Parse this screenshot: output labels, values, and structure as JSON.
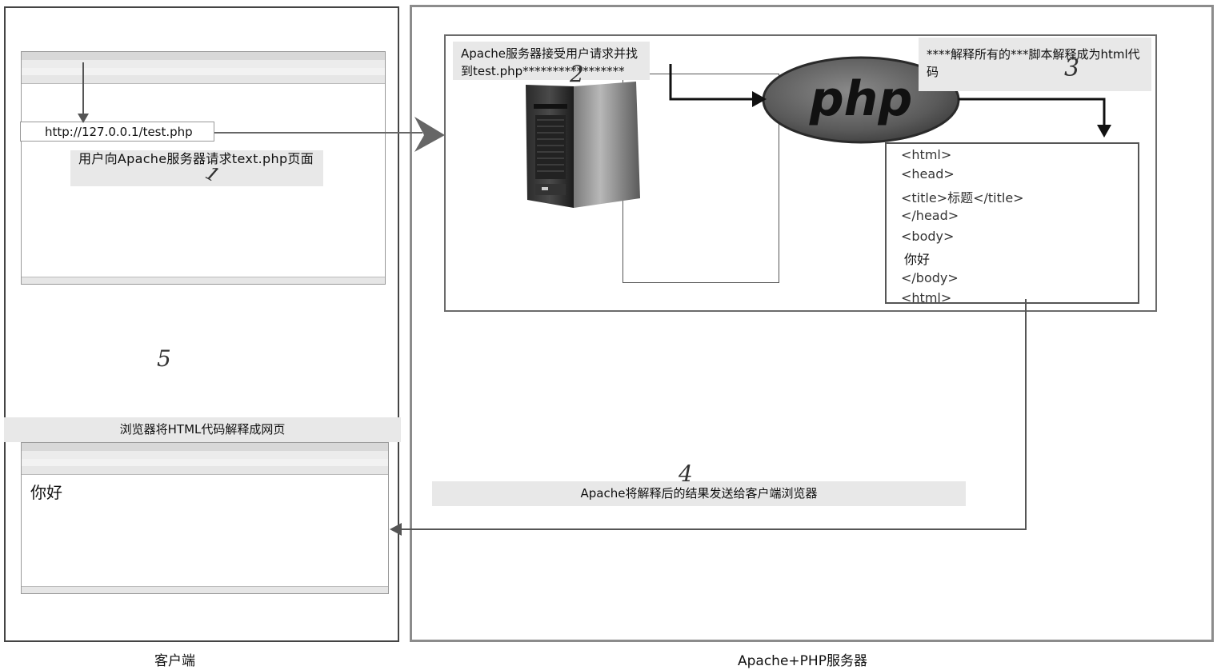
{
  "labels": {
    "client_caption": "客户端",
    "server_caption": "Apache+PHP服务器",
    "url": "http://127.0.0.1/test.php",
    "step1_note": "用户向Apache服务器请求text.php页面",
    "step2_note": "Apache服务器接受用户请求并找到test.php*****************",
    "step3_note": "****解释所有的***脚本解释成为html代码",
    "step4_note": "Apache将解释后的结果发送给客户端浏览器",
    "step5_note": "浏览器将HTML代码解释成网页",
    "php_logo": "php",
    "rendered_text": "你好"
  },
  "step_numbers": {
    "one": "1",
    "two": "2",
    "three": "3",
    "four": "4",
    "five": "5"
  },
  "html_code": {
    "l1": "<html>",
    "l2": "<head>",
    "l3": "<title>标题</title>",
    "l4": "</head>",
    "l5": "<body>",
    "l6": "你好",
    "l7": "</body>",
    "l8": "<html>"
  },
  "colors": {
    "php_ellipse": "#5a5a5a",
    "panel_border": "#8c8c8c",
    "note_bg": "#e8e8e8"
  }
}
